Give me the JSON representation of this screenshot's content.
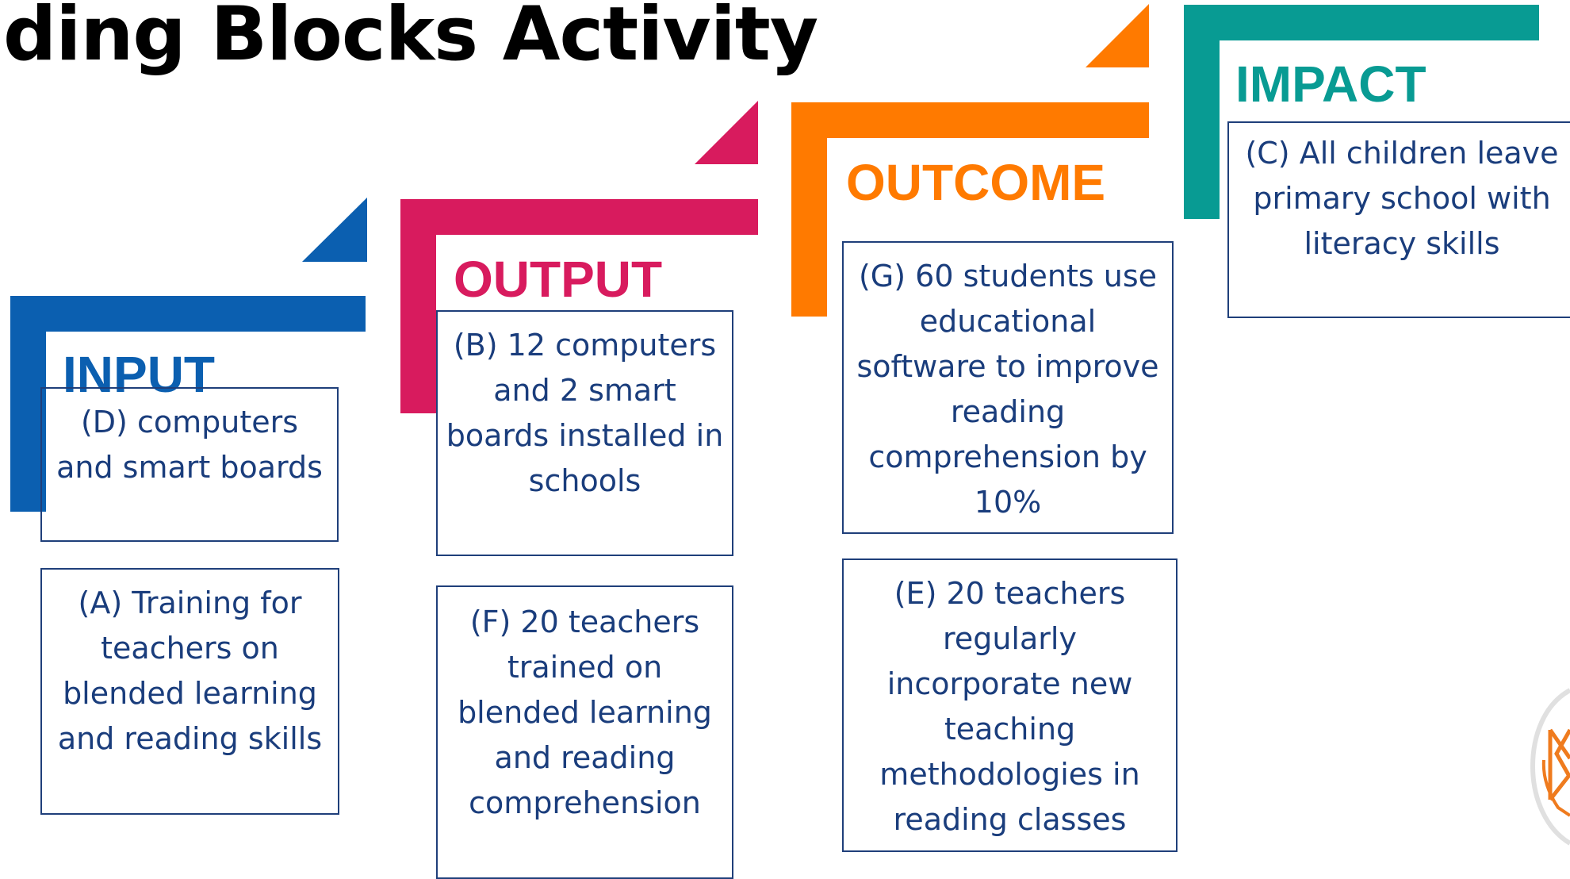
{
  "title": "ding Blocks Activity",
  "colors": {
    "input": "#0b5fb0",
    "output": "#d81b5e",
    "outcome": "#ff7a00",
    "impact": "#089b93",
    "text": "#1a3d7c",
    "card_border": "#1f3f7a"
  },
  "stages": [
    {
      "heading": "INPUT",
      "color": "#0b5fb0",
      "cards": [
        "(D) computers and smart boards",
        "(A) Training for teachers on blended learning and reading skills"
      ]
    },
    {
      "heading": "OUTPUT",
      "color": "#d81b5e",
      "cards": [
        "(B) 12 computers and 2 smart boards installed in schools",
        "(F) 20 teachers trained on blended learning and reading comprehension"
      ]
    },
    {
      "heading": "OUTCOME",
      "color": "#ff7a00",
      "cards": [
        "(G) 60 students use educational software to improve reading comprehension by 10%",
        "(E) 20 teachers regularly incorporate new teaching methodologies in reading classes"
      ]
    },
    {
      "heading": "IMPACT",
      "color": "#089b93",
      "cards": [
        "(C) All children leave primary school with literacy skills"
      ]
    }
  ],
  "logo_icon": "partial-orange-emblem-icon"
}
